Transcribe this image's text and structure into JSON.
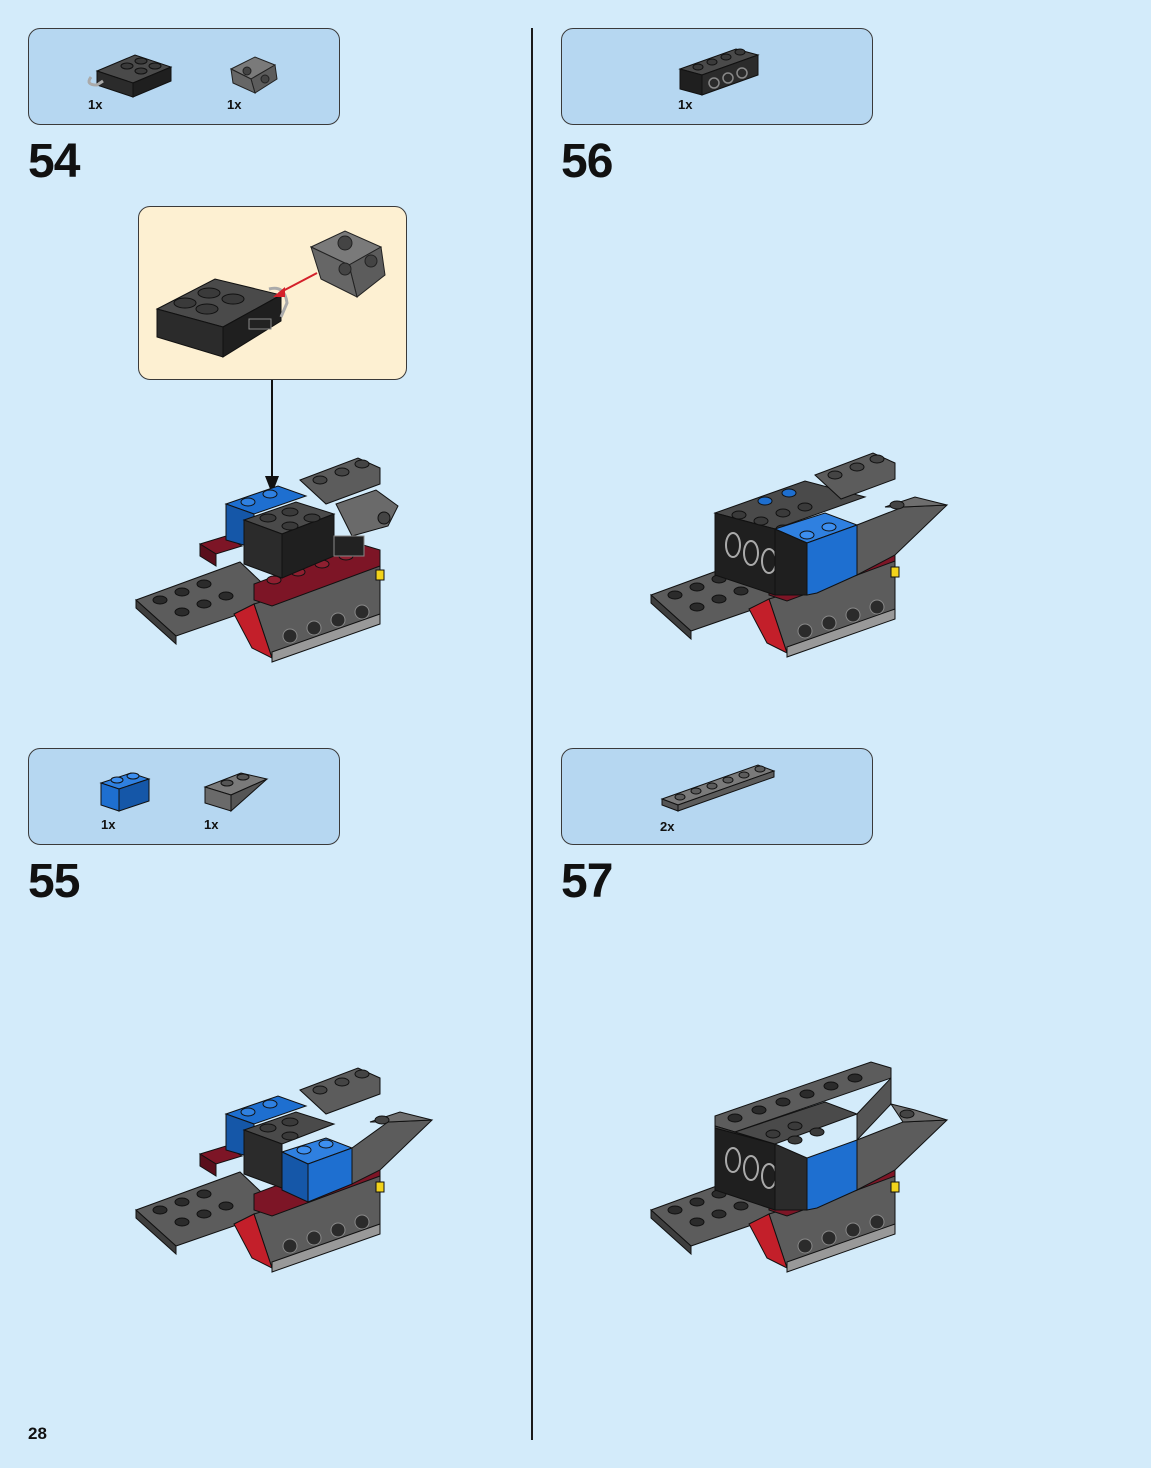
{
  "page_number": "28",
  "colors": {
    "background": "#d3ebfa",
    "parts_box": "#b6d7f1",
    "callout": "#fdf0d2",
    "black_brick": "#2b2b2b",
    "dark_gray": "#5c5c5c",
    "blue": "#1e6fd0",
    "dark_red": "#7d1526",
    "arrow_red": "#d4202a"
  },
  "steps": [
    {
      "number": "54",
      "parts": [
        {
          "qty": "1x",
          "icon": "black-brick-with-clip-icon"
        },
        {
          "qty": "1x",
          "icon": "dark-gray-clip-icon"
        }
      ],
      "callout": true
    },
    {
      "number": "55",
      "parts": [
        {
          "qty": "1x",
          "icon": "blue-brick-1x2-icon"
        },
        {
          "qty": "1x",
          "icon": "dark-gray-slope-icon"
        }
      ]
    },
    {
      "number": "56",
      "parts": [
        {
          "qty": "1x",
          "icon": "black-technic-brick-1x4-icon"
        }
      ]
    },
    {
      "number": "57",
      "parts": [
        {
          "qty": "2x",
          "icon": "dark-gray-plate-1x6-icon"
        }
      ]
    }
  ]
}
